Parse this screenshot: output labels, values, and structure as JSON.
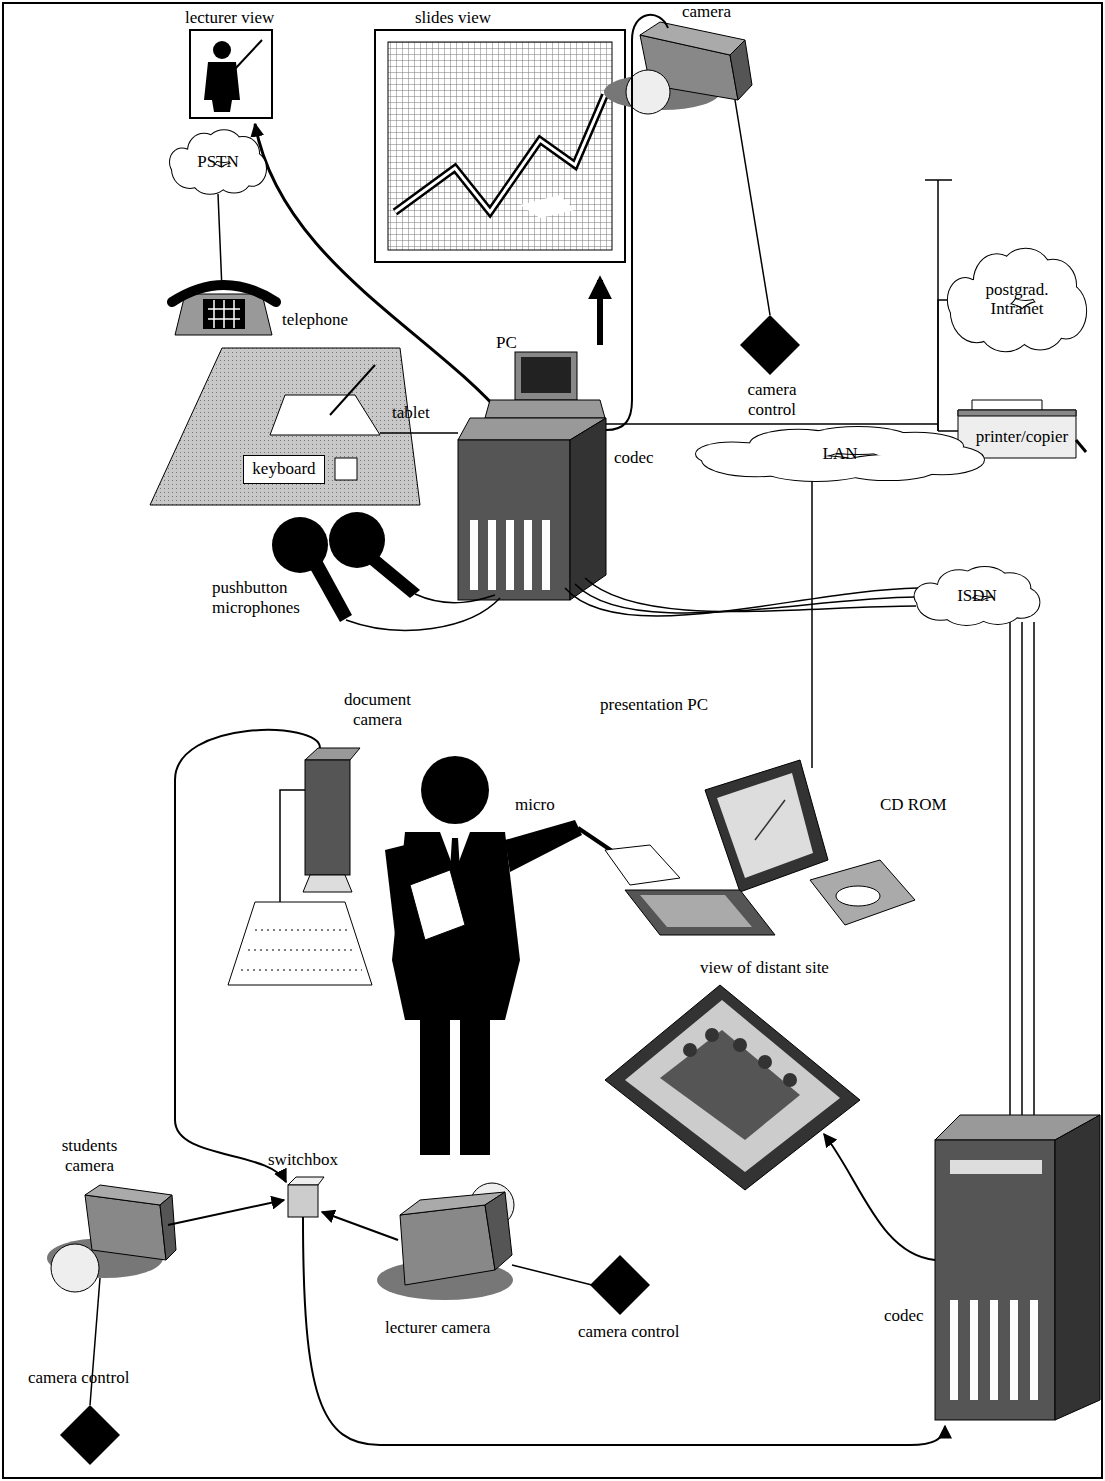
{
  "diagram": {
    "nodes": [
      {
        "text": [
          "PSTN"
        ]
      },
      {
        "text": [
          "postgrad. Intranet"
        ]
      },
      {
        "text": [
          "keyboard"
        ]
      },
      {
        "text": [
          "printer/copier"
        ]
      },
      {
        "text": [
          "LAN"
        ]
      },
      {
        "text": [
          "ISDN"
        ]
      }
    ],
    "edges": [
      {
        "from": 4,
        "to": 1,
        "arrow": "none"
      },
      {
        "from": 4,
        "to": 3,
        "arrow": "none"
      }
    ],
    "labels": [
      "lecturer view",
      "slides view",
      "camera",
      "telephone",
      "PC",
      "camera control",
      "tablet",
      "codec",
      "pushbutton microphones",
      "document camera",
      "presentation PC",
      "micro",
      "CD ROM",
      "view of distant site",
      "students camera",
      "switchbox",
      "camera control",
      "lecturer camera",
      "camera control",
      "codec"
    ]
  }
}
